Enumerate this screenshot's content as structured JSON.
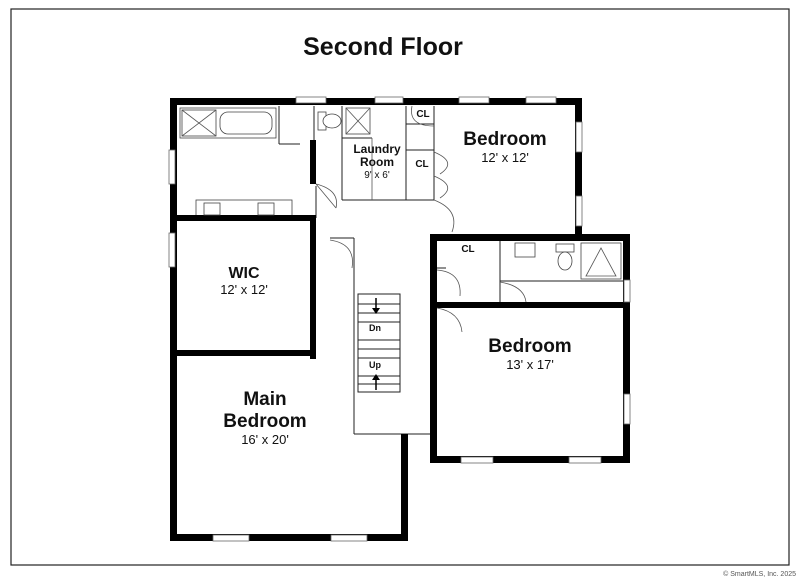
{
  "title": "Second Floor",
  "rooms": {
    "bedroom_ne": {
      "name": "Bedroom",
      "dims": "12' x 12'"
    },
    "laundry": {
      "name_line1": "Laundry",
      "name_line2": "Room",
      "dims": "9' x 6'"
    },
    "wic": {
      "name": "WIC",
      "dims": "12' x 12'"
    },
    "bedroom_e": {
      "name": "Bedroom",
      "dims": "13' x 17'"
    },
    "main_bedroom": {
      "name_line1": "Main",
      "name_line2": "Bedroom",
      "dims": "16' x 20'"
    }
  },
  "closets": {
    "cl1": "CL",
    "cl2": "CL",
    "cl3": "CL"
  },
  "stairs": {
    "down": "Dn",
    "up": "Up"
  },
  "copyright": "© SmartMLS, Inc. 2025"
}
